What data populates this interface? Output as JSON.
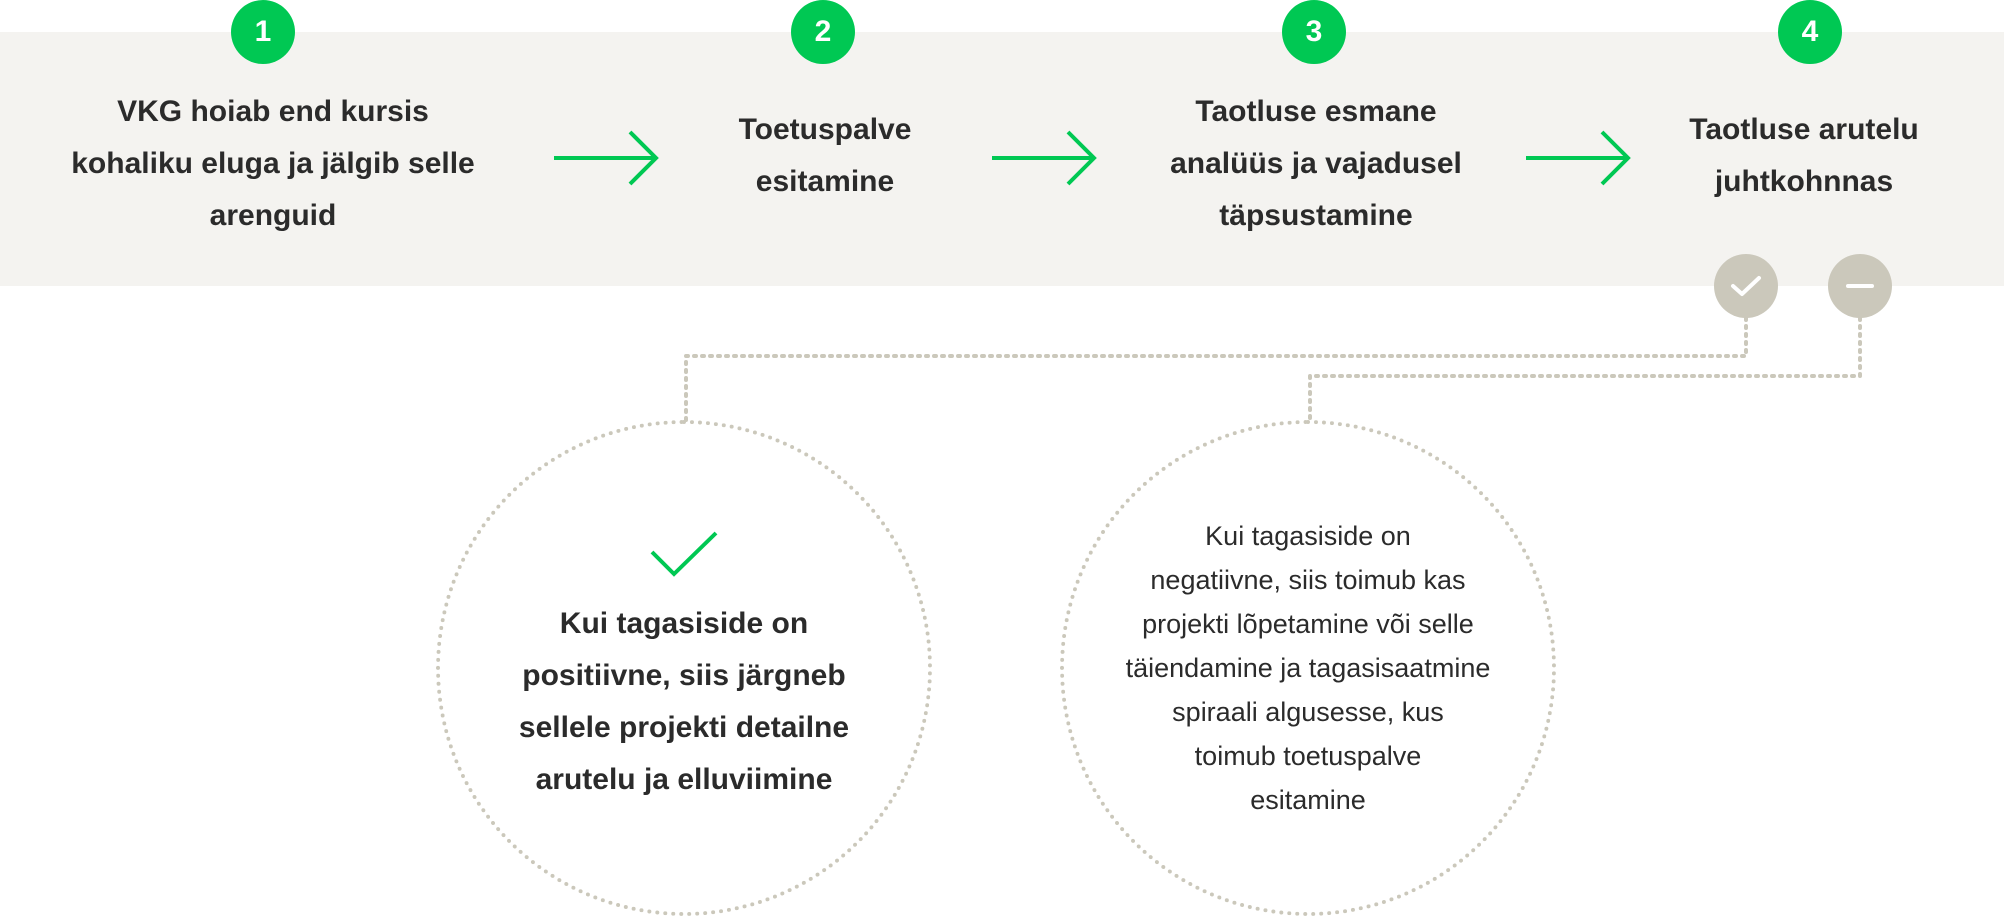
{
  "colors": {
    "accent": "#00c853",
    "decision": "#cbc8bb",
    "band": "#f4f3f0",
    "text": "#2b2b2b"
  },
  "steps": [
    {
      "number": "1",
      "title": "VKG hoiab end kursis\nkohaliku eluga ja jälgib selle\narenguid"
    },
    {
      "number": "2",
      "title": "Toetuspalve\nesitamine"
    },
    {
      "number": "3",
      "title": "Taotluse esmane\nanalüüs ja vajadusel\ntäpsustamine"
    },
    {
      "number": "4",
      "title": "Taotluse arutelu\njuhtkohnnas"
    }
  ],
  "decisions": {
    "approve_icon": "check-icon",
    "reject_icon": "minus-icon"
  },
  "outcomes": {
    "positive": {
      "icon": "check-icon",
      "text": "Kui tagasiside on\npositiivne, siis järgneb\nsellele projekti detailne\narutelu ja elluviimine"
    },
    "negative": {
      "text": "Kui tagasiside on\nnegatiivne, siis toimub kas\nprojekti lõpetamine või selle\ntäiendamine ja tagasisaatmine\nspiraali algusesse, kus\ntoimub toetuspalve\nesitamine"
    }
  }
}
